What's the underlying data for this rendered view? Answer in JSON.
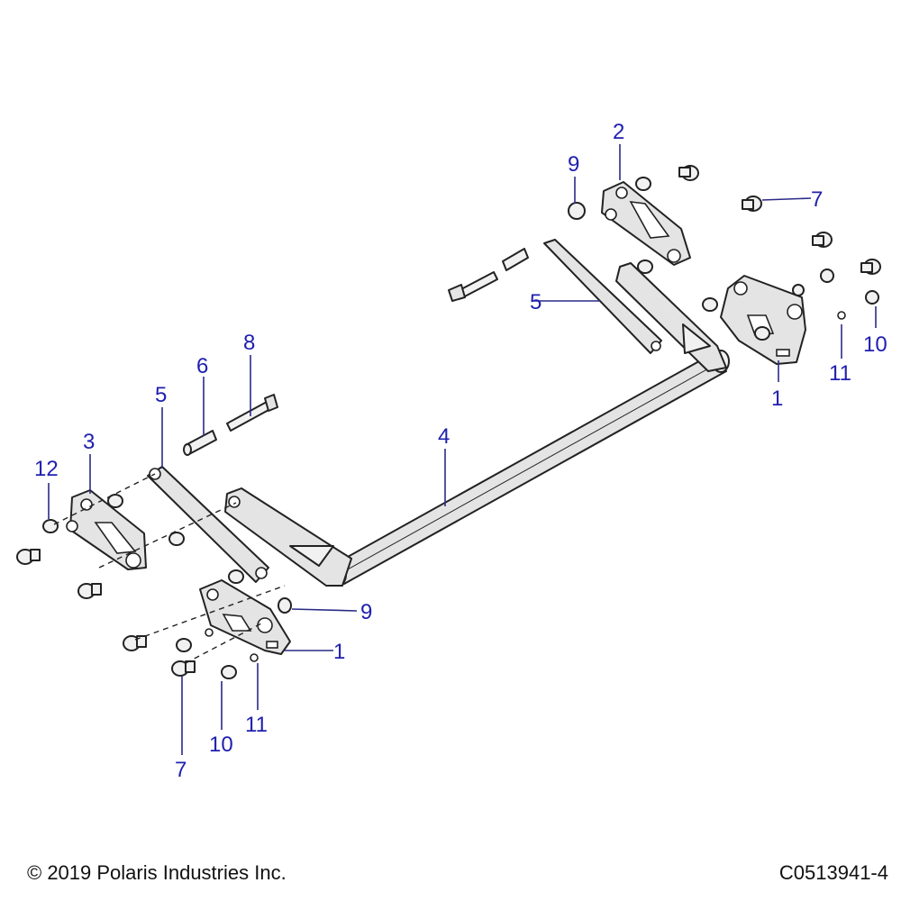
{
  "diagram": {
    "callouts": [
      {
        "id": "c1r",
        "label": "1"
      },
      {
        "id": "c1l",
        "label": "1"
      },
      {
        "id": "c2",
        "label": "2"
      },
      {
        "id": "c3",
        "label": "3"
      },
      {
        "id": "c4",
        "label": "4"
      },
      {
        "id": "c5r",
        "label": "5"
      },
      {
        "id": "c5l",
        "label": "5"
      },
      {
        "id": "c6",
        "label": "6"
      },
      {
        "id": "c7r",
        "label": "7"
      },
      {
        "id": "c7l",
        "label": "7"
      },
      {
        "id": "c8",
        "label": "8"
      },
      {
        "id": "c9r",
        "label": "9"
      },
      {
        "id": "c9l",
        "label": "9"
      },
      {
        "id": "c10r",
        "label": "10"
      },
      {
        "id": "c10l",
        "label": "10"
      },
      {
        "id": "c11r",
        "label": "11"
      },
      {
        "id": "c11l",
        "label": "11"
      },
      {
        "id": "c12",
        "label": "12"
      }
    ]
  },
  "footer": {
    "copyright": "© 2019 Polaris Industries Inc.",
    "drawing_id": "C0513941-4"
  },
  "colors": {
    "callout": "#2020b0",
    "part_fill": "#e4e4e4",
    "line": "#222222"
  }
}
